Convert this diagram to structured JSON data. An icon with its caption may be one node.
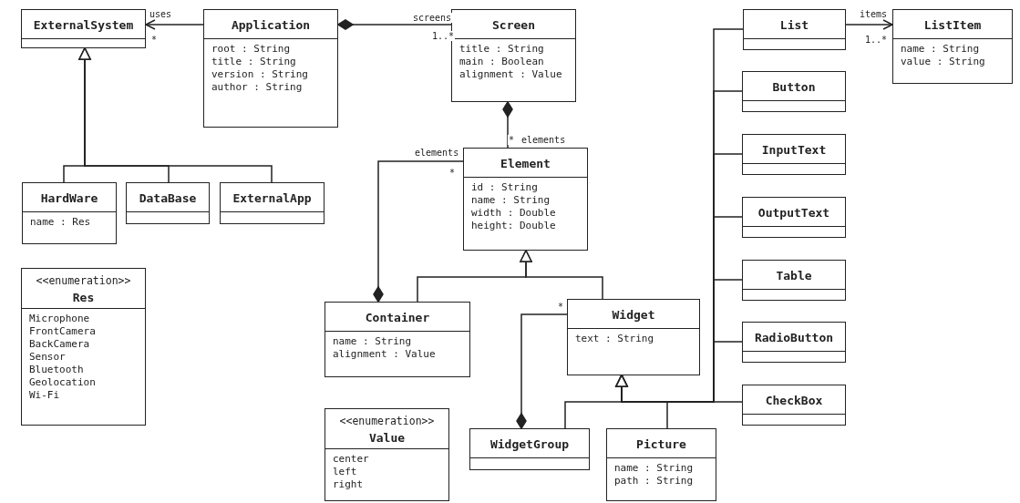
{
  "diagram": {
    "nodes": [
      {
        "text": [
          "ExternalSystem"
        ]
      },
      {
        "text": [
          "Application",
          "root : String",
          "title : String",
          "version : String",
          "author : String"
        ]
      },
      {
        "text": [
          "Screen",
          "title : String",
          "main : Boolean",
          "alignment : Value"
        ]
      },
      {
        "text": [
          "List"
        ]
      },
      {
        "text": [
          "ListItem",
          "name : String",
          "value : String"
        ]
      },
      {
        "text": [
          "Button"
        ]
      },
      {
        "text": [
          "InputText"
        ]
      },
      {
        "text": [
          "Element",
          "id : String",
          "name : String",
          "width : Double",
          "height: Double"
        ]
      },
      {
        "text": [
          "HardWare",
          "name : Res"
        ]
      },
      {
        "text": [
          "DataBase"
        ]
      },
      {
        "text": [
          "ExternalApp"
        ]
      },
      {
        "text": [
          "OutputText"
        ]
      },
      {
        "text": [
          "Table"
        ]
      },
      {
        "text": [
          "<<enumeration>>",
          "Res",
          "Microphone",
          "FrontCamera",
          "BackCamera",
          "Sensor",
          "Bluetooth",
          "Geolocation",
          "Wi-Fi"
        ]
      },
      {
        "text": [
          "Widget",
          "text : String"
        ]
      },
      {
        "text": [
          "Container",
          "name : String",
          "alignment : Value"
        ]
      },
      {
        "text": [
          "RadioButton"
        ]
      },
      {
        "text": [
          "CheckBox"
        ]
      },
      {
        "text": [
          "<<enumeration>>",
          "Value",
          "center",
          "left",
          "right"
        ]
      },
      {
        "text": [
          "WidgetGroup"
        ]
      },
      {
        "text": [
          "Picture",
          "name : String",
          "path : String"
        ]
      }
    ],
    "edges": [
      {
        "from": 1,
        "to": 0,
        "arrow": "to",
        "label": "uses"
      },
      {
        "from": 1,
        "to": 2,
        "arrow": "other",
        "label": "screens"
      },
      {
        "from": 2,
        "to": 7,
        "arrow": "other",
        "label": "elements"
      },
      {
        "from": 8,
        "to": 0,
        "arrow": "to"
      },
      {
        "from": 9,
        "to": 0,
        "arrow": "to"
      },
      {
        "from": 10,
        "to": 0,
        "arrow": "to"
      },
      {
        "from": 15,
        "to": 7,
        "arrow": "other",
        "label": "elements"
      },
      {
        "from": 15,
        "to": 7,
        "arrow": "to"
      },
      {
        "from": 14,
        "to": 7,
        "arrow": "to"
      },
      {
        "from": 19,
        "to": 14,
        "arrow": "other"
      },
      {
        "from": 19,
        "to": 14,
        "arrow": "to"
      },
      {
        "from": 20,
        "to": 14,
        "arrow": "to"
      },
      {
        "from": 3,
        "to": 14,
        "arrow": "to"
      },
      {
        "from": 5,
        "to": 14,
        "arrow": "to"
      },
      {
        "from": 6,
        "to": 14,
        "arrow": "to"
      },
      {
        "from": 11,
        "to": 14,
        "arrow": "to"
      },
      {
        "from": 12,
        "to": 14,
        "arrow": "to"
      },
      {
        "from": 16,
        "to": 14,
        "arrow": "to"
      },
      {
        "from": 17,
        "to": 14,
        "arrow": "to"
      },
      {
        "from": 3,
        "to": 4,
        "arrow": "to",
        "label": "items"
      }
    ],
    "labels": [
      "*",
      "1..*",
      "1..*",
      "*",
      "*",
      "*"
    ]
  }
}
